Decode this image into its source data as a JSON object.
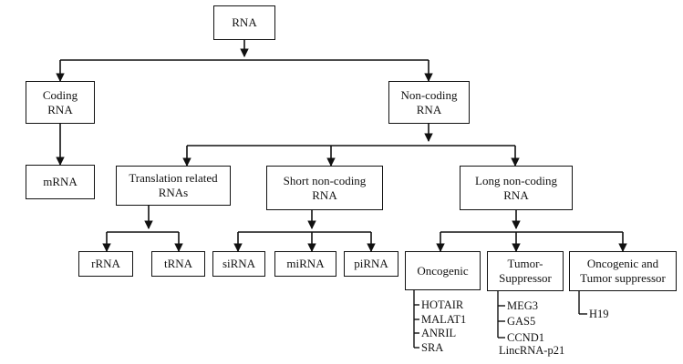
{
  "nodes": {
    "rna": "RNA",
    "coding": "Coding\nRNA",
    "noncoding": "Non-coding\nRNA",
    "mrna": "mRNA",
    "translation": "Translation related\nRNAs",
    "short": "Short non-coding\nRNA",
    "long": "Long non-coding\nRNA",
    "rrna": "rRNA",
    "trna": "tRNA",
    "sirna": "siRNA",
    "mirna": "miRNA",
    "pirna": "piRNA",
    "oncogenic": "Oncogenic",
    "tumor": "Tumor-\nSuppressor",
    "both": "Oncogenic and\nTumor suppressor"
  },
  "oncogenic_examples": [
    "HOTAIR",
    "MALAT1",
    "ANRIL",
    "SRA"
  ],
  "tumor_examples": [
    "MEG3",
    "GAS5",
    "CCND1",
    "LincRNA-p21"
  ],
  "both_examples": [
    "H19"
  ]
}
